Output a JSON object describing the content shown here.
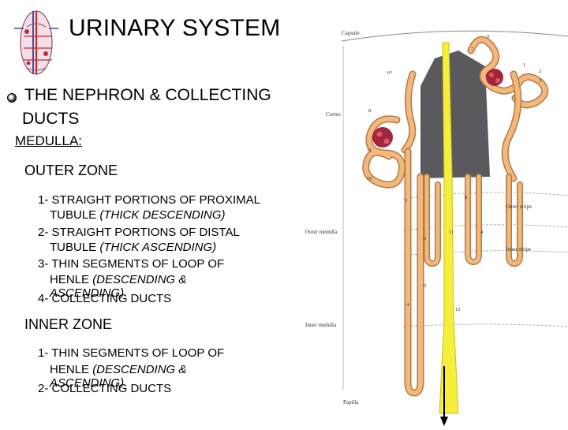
{
  "title": "URINARY SYSTEM",
  "section": {
    "line1": "THE NEPHRON & COLLECTING",
    "line2": "DUCTS"
  },
  "medulla_heading": "MEDULLA:",
  "outer_zone": {
    "heading": "OUTER ZONE",
    "items": [
      {
        "line1": "1- STRAIGHT PORTIONS OF PROXIMAL",
        "line2_prefix": "TUBULE ",
        "line2_italic": "(THICK DESCENDING)"
      },
      {
        "line1": "2- STRAIGHT PORTIONS OF DISTAL",
        "line2_prefix": "TUBULE ",
        "line2_italic": "(THICK ASCENDING)"
      },
      {
        "line1": "3- THIN SEGMENTS OF LOOP OF",
        "line2_prefix": "HENLE ",
        "line2_italic": "(DESCENDING &",
        "line3_italic": "ASCENDING)"
      },
      {
        "line1": "4- COLLECTING DUCTS"
      }
    ]
  },
  "inner_zone": {
    "heading": "INNER ZONE",
    "items": [
      {
        "line1": "1- THIN SEGMENTS OF LOOP OF",
        "line2_prefix": "HENLE ",
        "line2_italic": "(DESCENDING &",
        "line3_italic": "ASCENDING)"
      },
      {
        "line1": "2- COLLECTING DUCTS"
      }
    ]
  },
  "diagram_labels": {
    "capsule": "Capsule",
    "cortex": "Cortex",
    "outer_stripe": "Outer stripe",
    "outer_medulla": "Outer medulla",
    "inner_stripe": "Inner stripe",
    "inner_medulla": "Inner medulla",
    "papilla": "Papilla",
    "numbers": [
      "9",
      "7",
      "6*",
      "2",
      "1",
      "3",
      "8",
      "11",
      "10",
      "8",
      "3",
      "6",
      "11",
      "4",
      "5",
      "4",
      "12"
    ]
  },
  "colors": {
    "tubule": "#f3b87a",
    "tubule_outline": "#b07a4a",
    "collecting_duct": "#f6ee3c",
    "medullary_ray": "#5a5a5e",
    "glomerulus": "#a3263a",
    "text": "#000000"
  }
}
